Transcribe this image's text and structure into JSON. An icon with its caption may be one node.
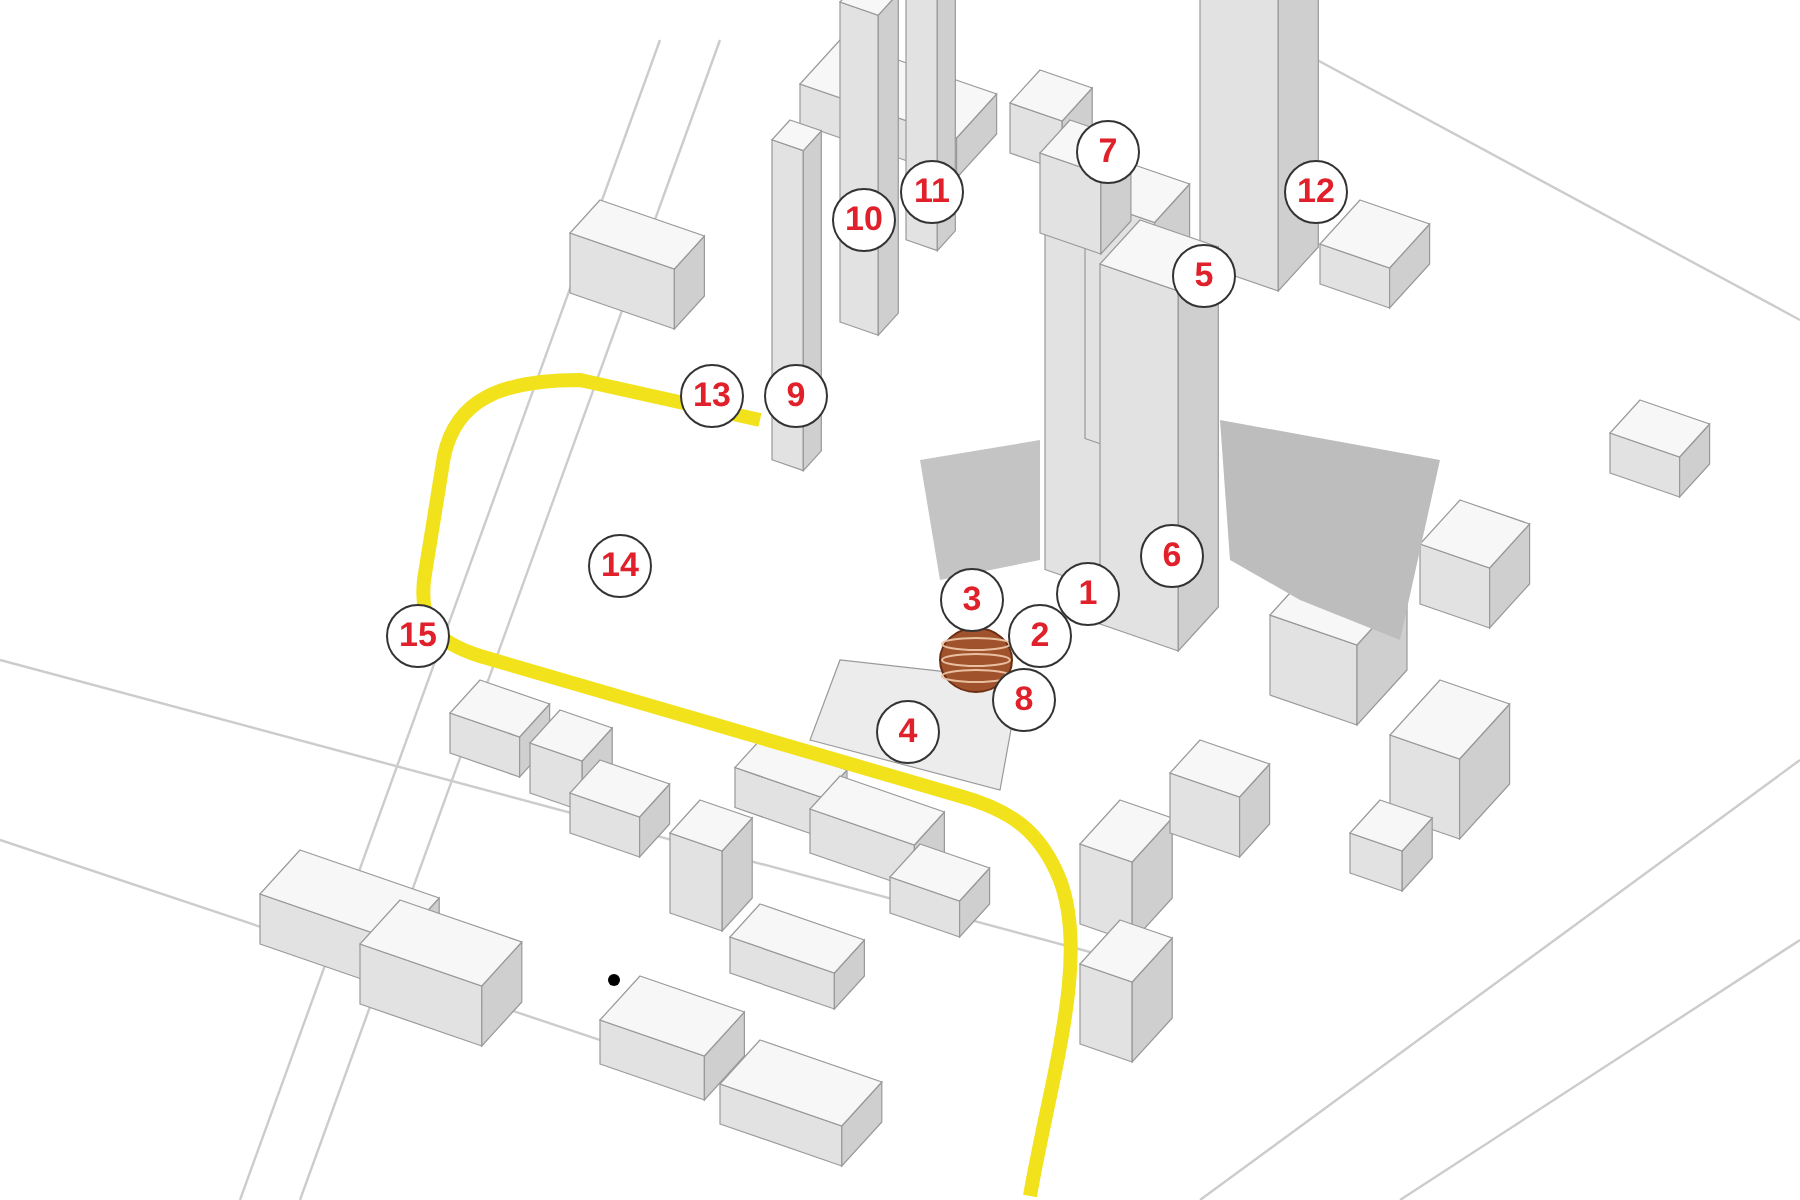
{
  "diagram": {
    "labels": [
      "7",
      "11",
      "12",
      "10",
      "5",
      "13",
      "9",
      "6",
      "14",
      "1",
      "3",
      "2",
      "15",
      "8",
      "4"
    ]
  }
}
